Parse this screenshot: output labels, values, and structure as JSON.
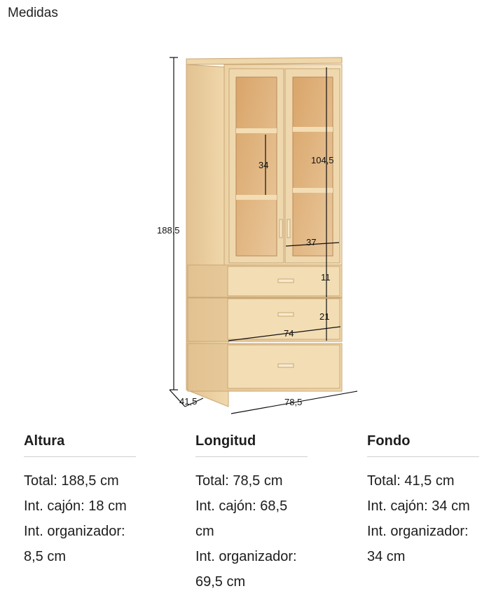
{
  "title": "Medidas",
  "diagram": {
    "dim_height_total": "188,5",
    "dim_depth": "41,5",
    "dim_width": "78,5",
    "dim_shelf_gap": "34",
    "dim_interior_height": "104,5",
    "dim_door_width": "37",
    "dim_drawer_small": "11",
    "dim_drawer_large": "21",
    "dim_drawer_width": "74"
  },
  "columns": [
    {
      "heading": "Altura",
      "lines": [
        "Total: 188,5 cm",
        "Int. cajón: 18 cm",
        "Int. organizador:",
        "8,5 cm"
      ]
    },
    {
      "heading": "Longitud",
      "lines": [
        "Total: 78,5 cm",
        "Int. cajón: 68,5",
        "cm",
        "Int. organizador:",
        "69,5 cm"
      ]
    },
    {
      "heading": "Fondo",
      "lines": [
        "Total: 41,5 cm",
        "Int. cajón: 34 cm",
        "Int. organizador:",
        "34 cm"
      ]
    }
  ]
}
